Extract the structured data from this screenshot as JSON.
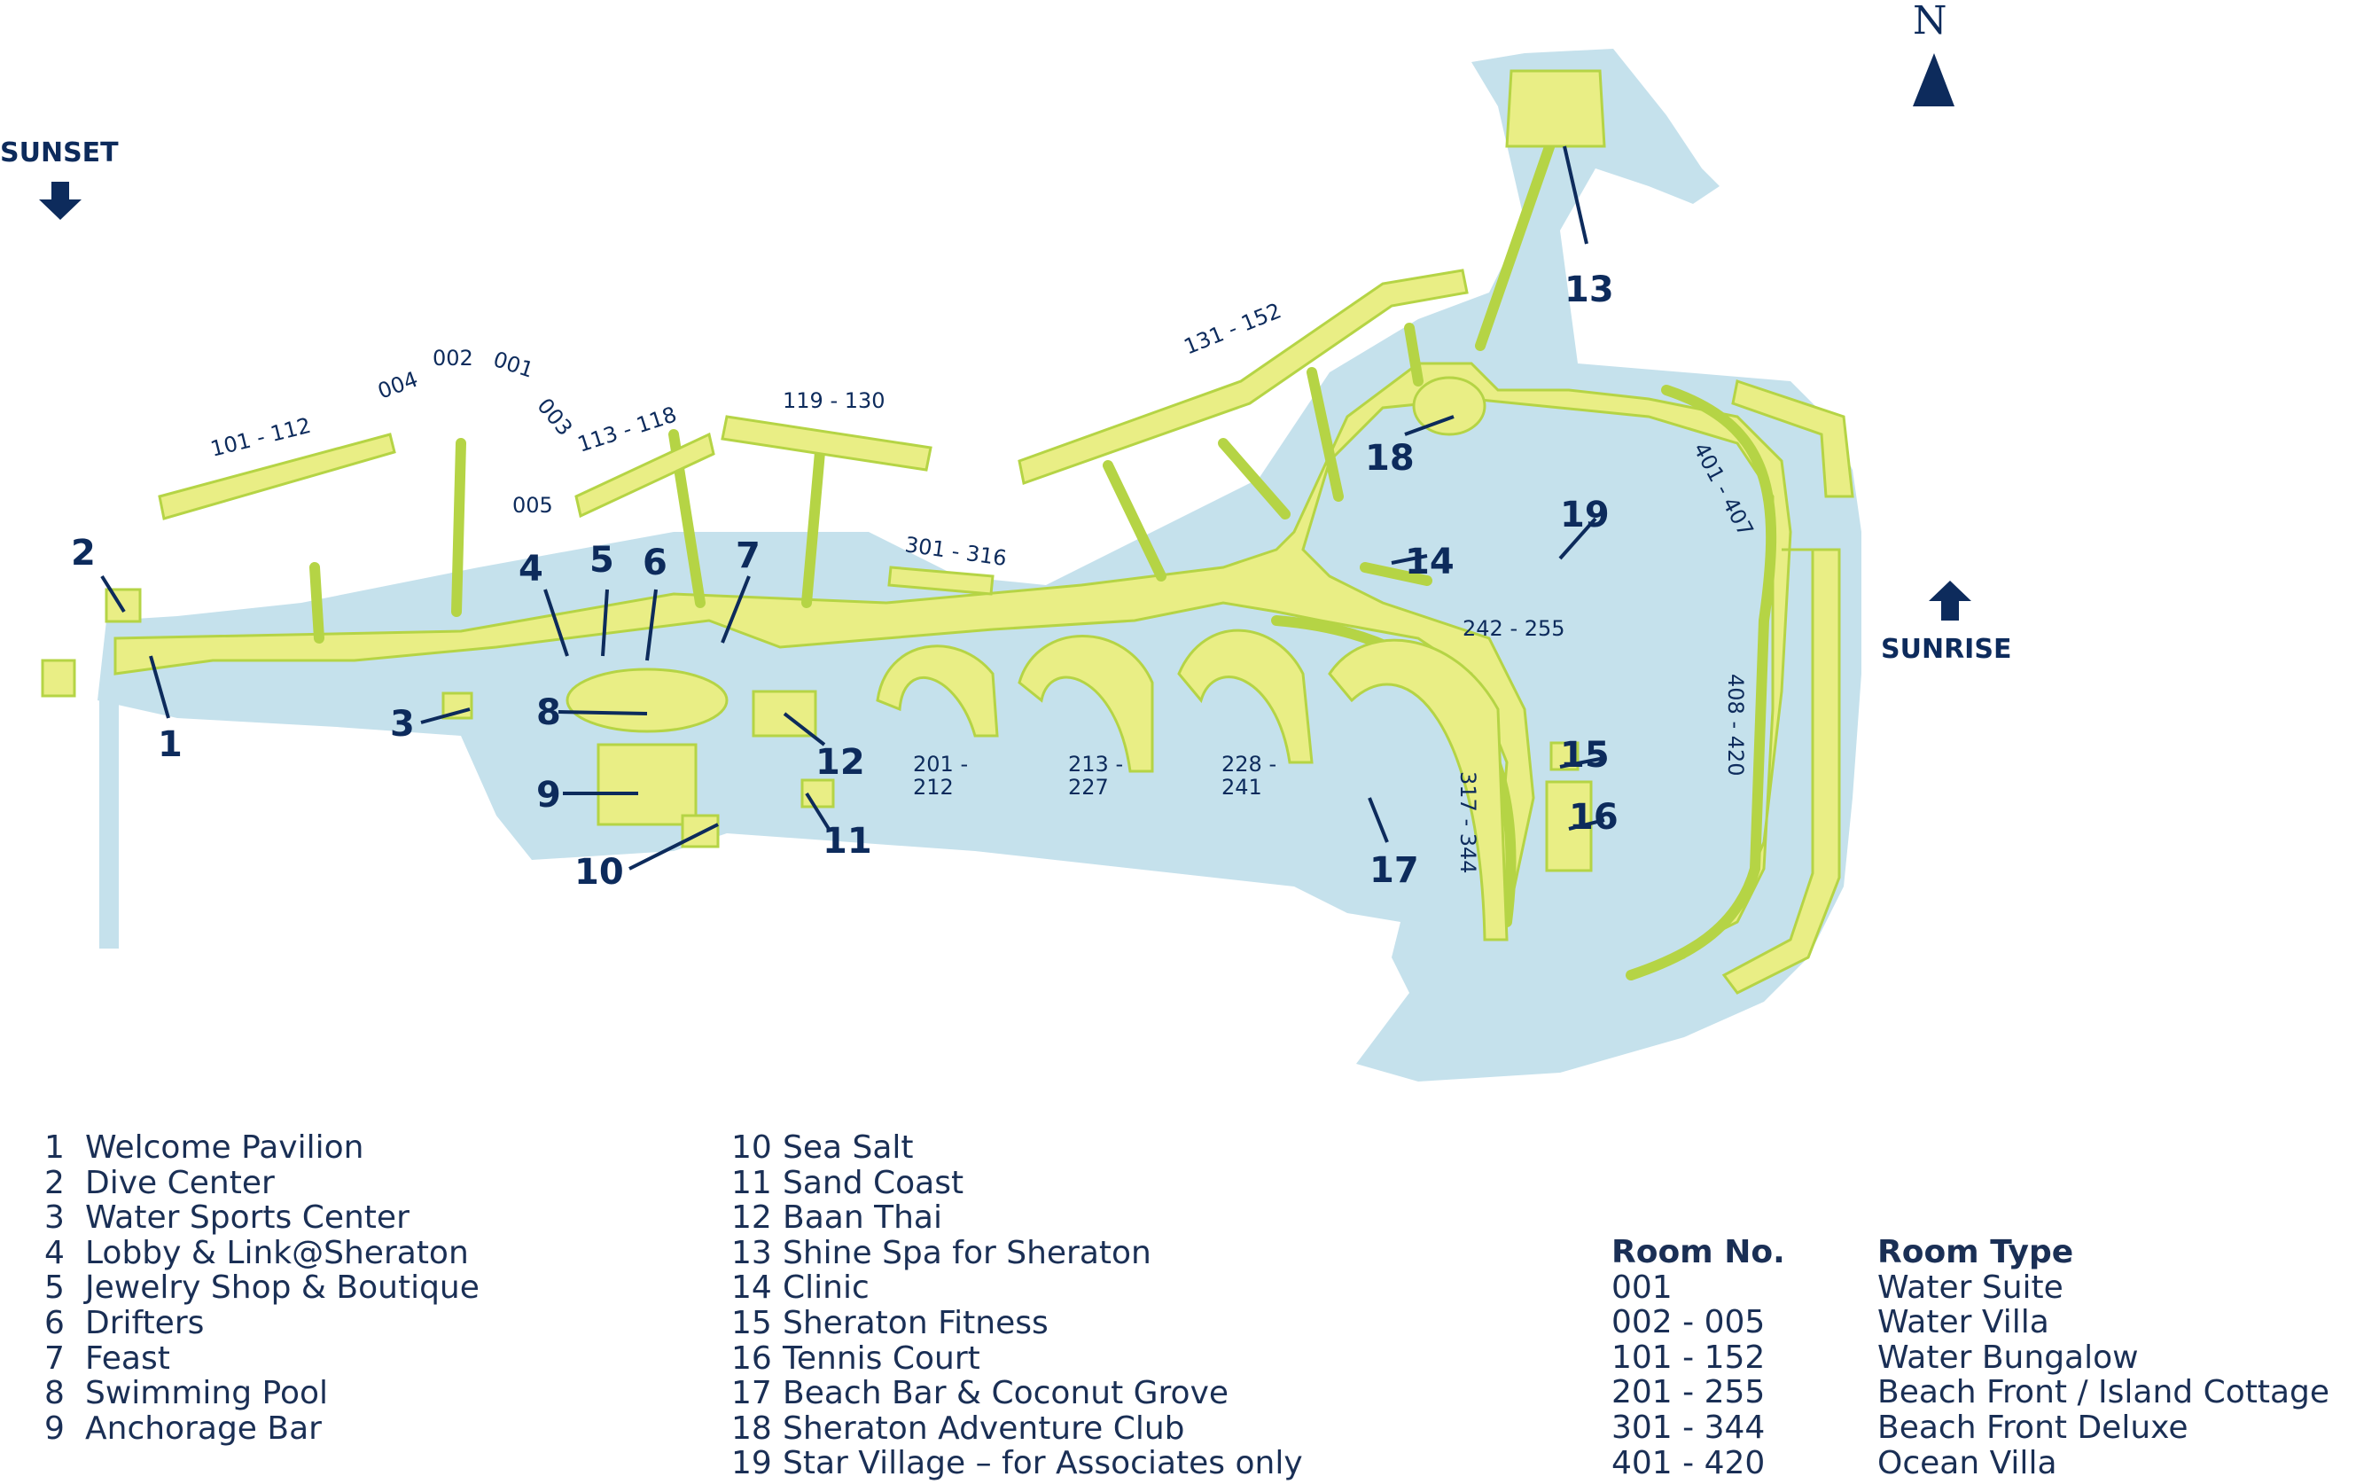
{
  "compass": {
    "north_label": "N"
  },
  "directions": {
    "sunset": "SUNSET",
    "sunrise": "SUNRISE"
  },
  "colors": {
    "water": "#c5e1ec",
    "land": "#e9ee85",
    "outline": "#b5d445",
    "label": "#0d2b5c"
  },
  "markers": [
    "1",
    "2",
    "3",
    "4",
    "5",
    "6",
    "7",
    "8",
    "9",
    "10",
    "11",
    "12",
    "13",
    "14",
    "15",
    "16",
    "17",
    "18",
    "19"
  ],
  "room_labels": {
    "r101": "101 - 112",
    "r004": "004",
    "r002": "002",
    "r001": "001",
    "r003": "003",
    "r005": "005",
    "r113": "113 - 118",
    "r119": "119 - 130",
    "r131": "131 - 152",
    "r301": "301 - 316",
    "r201a": "201 -",
    "r201b": "212",
    "r213a": "213 -",
    "r213b": "227",
    "r228a": "228 -",
    "r228b": "241",
    "r242": "242 - 255",
    "r317": "317 - 344",
    "r401": "401 - 407",
    "r408": "408 - 420"
  },
  "legend_left": [
    {
      "num": "1",
      "label": "Welcome Pavilion"
    },
    {
      "num": "2",
      "label": "Dive Center"
    },
    {
      "num": "3",
      "label": "Water Sports Center"
    },
    {
      "num": "4",
      "label": "Lobby & Link@Sheraton"
    },
    {
      "num": "5",
      "label": "Jewelry Shop & Boutique"
    },
    {
      "num": "6",
      "label": "Drifters"
    },
    {
      "num": "7",
      "label": "Feast"
    },
    {
      "num": "8",
      "label": "Swimming Pool"
    },
    {
      "num": "9",
      "label": "Anchorage Bar"
    }
  ],
  "legend_mid": [
    {
      "num": "10",
      "label": "Sea Salt"
    },
    {
      "num": "11",
      "label": "Sand Coast"
    },
    {
      "num": "12",
      "label": "Baan Thai"
    },
    {
      "num": "13",
      "label": "Shine Spa for Sheraton"
    },
    {
      "num": "14",
      "label": "Clinic"
    },
    {
      "num": "15",
      "label": "Sheraton Fitness"
    },
    {
      "num": "16",
      "label": "Tennis Court"
    },
    {
      "num": "17",
      "label": "Beach Bar & Coconut Grove"
    },
    {
      "num": "18",
      "label": "Sheraton Adventure Club"
    },
    {
      "num": "19",
      "label": "Star Village – for Associates only"
    }
  ],
  "room_table": {
    "header_no": "Room No.",
    "header_type": "Room Type",
    "rows": [
      {
        "no": "001",
        "type": "Water Suite"
      },
      {
        "no": "002 - 005",
        "type": "Water Villa"
      },
      {
        "no": "101 - 152",
        "type": "Water Bungalow"
      },
      {
        "no": "201 - 255",
        "type": "Beach Front / Island Cottage"
      },
      {
        "no": "301 - 344",
        "type": "Beach Front Deluxe"
      },
      {
        "no": "401 - 420",
        "type": "Ocean Villa"
      }
    ]
  }
}
